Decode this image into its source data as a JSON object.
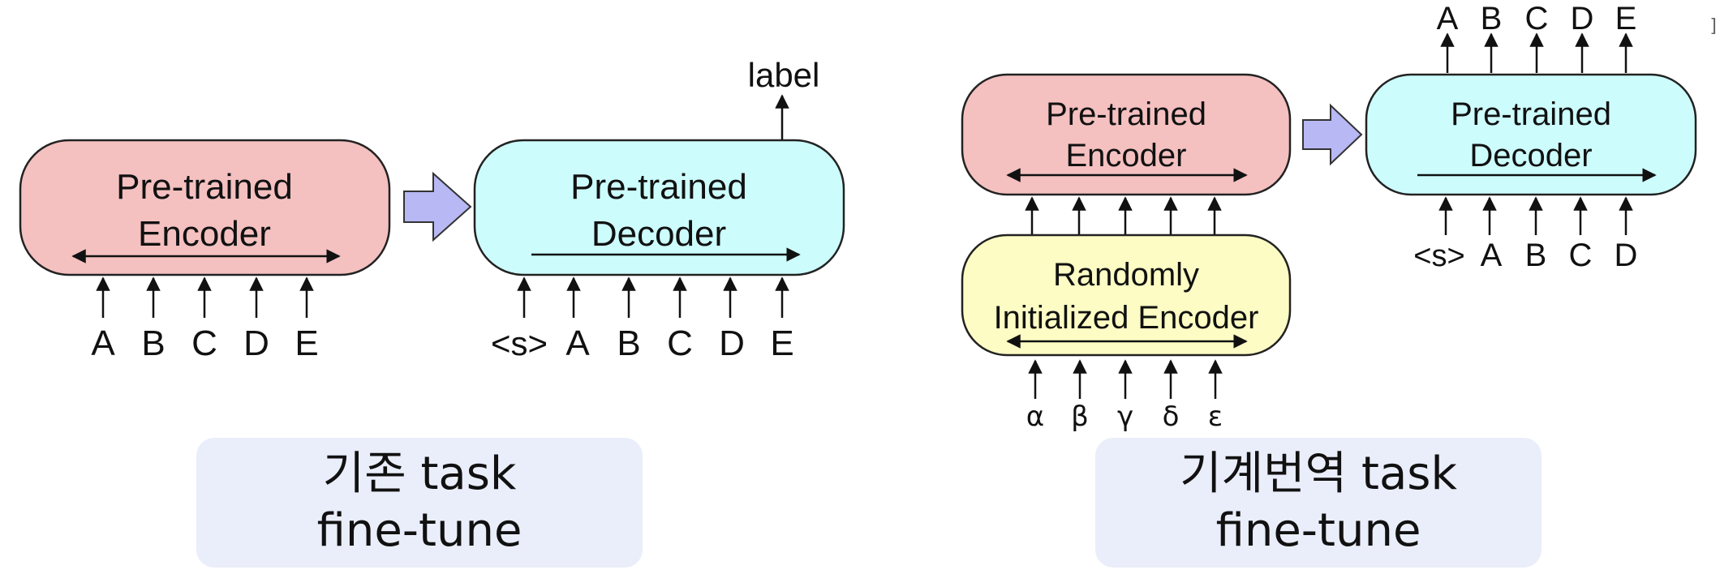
{
  "left_panel": {
    "encoder_label": [
      "Pre-trained",
      "Encoder"
    ],
    "decoder_label": [
      "Pre-trained",
      "Decoder"
    ],
    "encoder_inputs": [
      "A",
      "B",
      "C",
      "D",
      "E"
    ],
    "decoder_inputs": [
      "<s>",
      "A",
      "B",
      "C",
      "D",
      "E"
    ],
    "output_label": "label",
    "caption_line1": "기존 task",
    "caption_line2": "fine-tune"
  },
  "right_panel": {
    "encoder_label": [
      "Pre-trained",
      "Encoder"
    ],
    "random_encoder_label": [
      "Randomly",
      "Initialized Encoder"
    ],
    "decoder_label": [
      "Pre-trained",
      "Decoder"
    ],
    "random_encoder_inputs": [
      "α",
      "β",
      "γ",
      "δ",
      "ε"
    ],
    "decoder_inputs": [
      "<s>",
      "A",
      "B",
      "C",
      "D"
    ],
    "decoder_outputs": [
      "A",
      "B",
      "C",
      "D",
      "E"
    ],
    "caption_line1": "기계번역 task",
    "caption_line2": "fine-tune"
  },
  "corner_mark": "]",
  "colors": {
    "encoder_fill": "#f4c0c0",
    "decoder_fill": "#cdfcfc",
    "random_encoder_fill": "#fcfcc4",
    "arrow_fill": "#b8b8f4",
    "caption_bg": "#eaeefa"
  }
}
